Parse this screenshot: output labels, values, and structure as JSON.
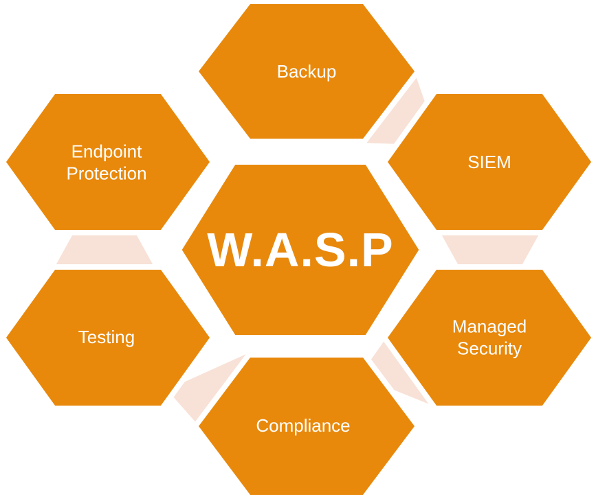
{
  "theme": {
    "orange": "#E8890C",
    "connector": "#F8E1D6",
    "label": "#FFFFFF",
    "background": "#FFFFFF",
    "stroke": "#FFFFFF"
  },
  "diagram": {
    "type": "hexagon-cycle",
    "center": {
      "label": "W.A.S.P"
    },
    "nodes": {
      "backup": {
        "label": "Backup"
      },
      "siem": {
        "label": "SIEM"
      },
      "endpoint": {
        "label": "Endpoint\nProtection"
      },
      "testing": {
        "label": "Testing"
      },
      "managed": {
        "label": "Managed Security"
      },
      "compliance": {
        "label": "Compliance"
      }
    },
    "flow": [
      "backup-to-siem",
      "siem-to-managed-security",
      "managed-security-to-compliance",
      "compliance-to-testing",
      "testing-to-endpoint-protection"
    ]
  }
}
